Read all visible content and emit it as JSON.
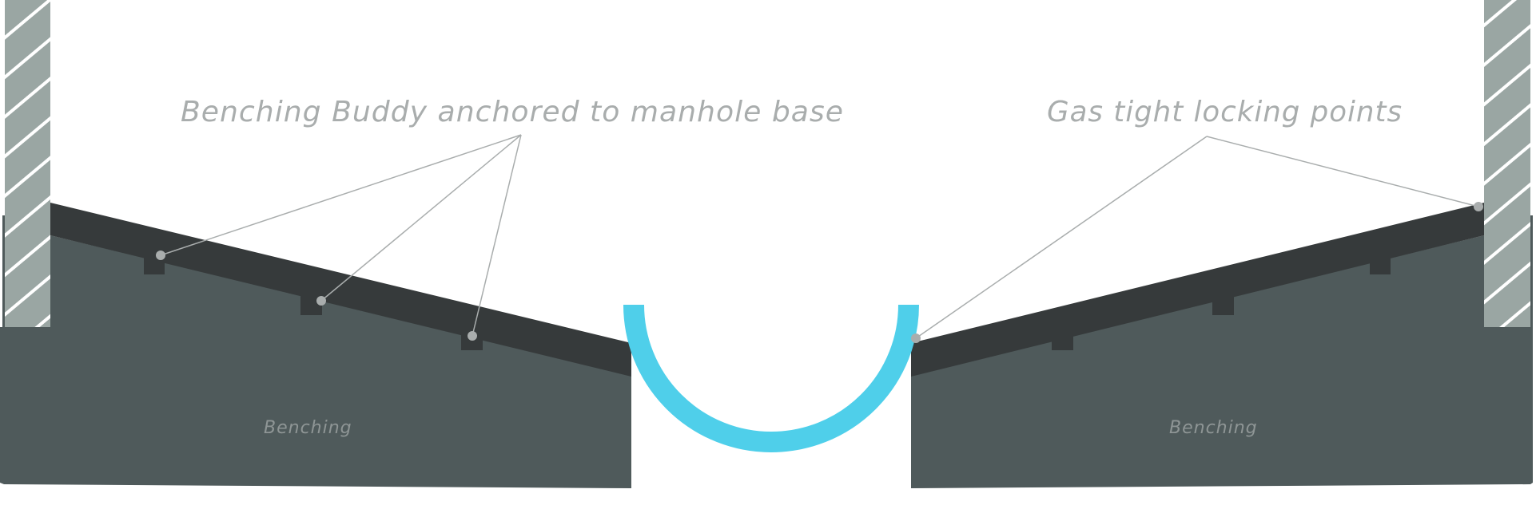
{
  "labels": {
    "anchored": "Benching Buddy anchored to manhole base",
    "gas_tight": "Gas tight locking points",
    "benching_left": "Benching",
    "benching_right": "Benching"
  },
  "colors": {
    "wall": "#9aa6a3",
    "benching": "#4f5a5b",
    "strap": "#363a3b",
    "pipe": "#4fcfea",
    "leader": "#a9adad"
  }
}
